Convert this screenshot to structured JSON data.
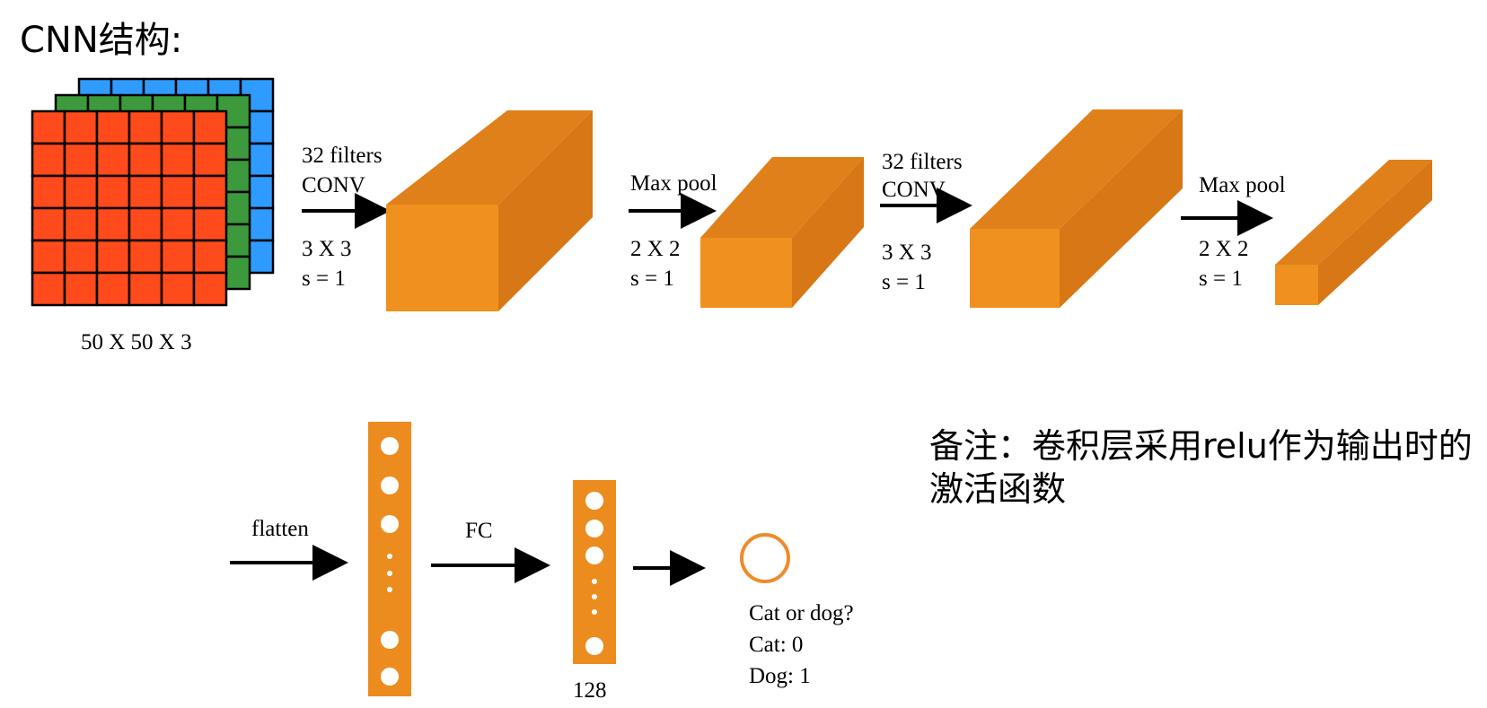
{
  "title": "CNN结构:",
  "note": "备注：卷积层采用relu作为输出时的激活函数",
  "input": {
    "size_label": "50 X 50 X 3",
    "channel_colors": [
      "#FF4A1C",
      "#3C9A3C",
      "#2F9BFF"
    ]
  },
  "layers": [
    {
      "op": "32 filters",
      "op2": "CONV",
      "kernel": "3 X 3",
      "stride": "s = 1"
    },
    {
      "op": "Max pool",
      "kernel": "2 X 2",
      "stride": "s = 1"
    },
    {
      "op": "32 filters",
      "op2": "CONV",
      "kernel": "3 X 3",
      "stride": "s = 1"
    },
    {
      "op": "Max pool",
      "kernel": "2 X 2",
      "stride": "s = 1"
    }
  ],
  "bottom": {
    "flatten": "flatten",
    "fc": "FC",
    "fc_size": "128",
    "output_q": "Cat or dog?",
    "cat": "Cat: 0",
    "dog": "Dog: 1"
  },
  "colors": {
    "block_front": "#F0901E",
    "block_top": "#E0801A",
    "block_side": "#D87716",
    "column": "#EC8C1E",
    "output_circle": "#F08A2A"
  }
}
